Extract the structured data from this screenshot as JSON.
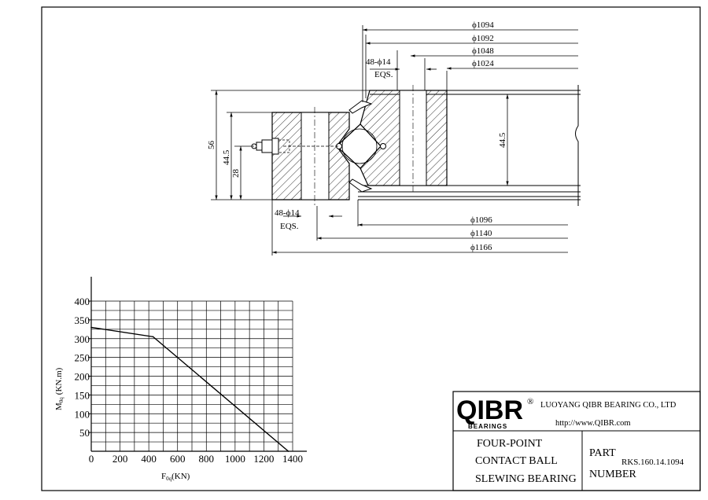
{
  "drawing": {
    "dims_top": [
      "ϕ1094",
      "ϕ1092",
      "ϕ1048",
      "ϕ1024"
    ],
    "dims_bottom": [
      "ϕ1096",
      "ϕ1140",
      "ϕ1166"
    ],
    "hole_top": {
      "spec": "48-ϕ14",
      "eqs": "EQS."
    },
    "hole_bottom": {
      "spec": "48-ϕ14",
      "eqs": "EQS."
    },
    "heights": {
      "total": "56",
      "outer": "44.5",
      "inner_right": "44.5",
      "low": "28"
    }
  },
  "chart_data": {
    "type": "line",
    "xlabel": "F",
    "xlabel_sub": "0q",
    "xlabel_unit": "(KN)",
    "ylabel": "M",
    "ylabel_sub": "0q",
    "ylabel_unit": "(KN.m)",
    "xlim": [
      0,
      1400
    ],
    "ylim": [
      0,
      400
    ],
    "grid": true,
    "x_ticks": [
      "0",
      "200",
      "400",
      "600",
      "800",
      "1000",
      "1200",
      "1400"
    ],
    "y_ticks": [
      "400",
      "350",
      "300",
      "250",
      "200",
      "150",
      "100",
      "50"
    ],
    "series": [
      {
        "x": [
          0,
          430,
          1370
        ],
        "y": [
          330,
          305,
          0
        ]
      }
    ]
  },
  "title_block": {
    "logo": "QIBR",
    "logo_sub": "BEARINGS",
    "registered": "®",
    "company": "LUOYANG QIBR BEARING CO., LTD",
    "website": "http://www.QIBR.com",
    "desc_lines": [
      "FOUR-POINT",
      "CONTACT BALL",
      "SLEWING BEARING"
    ],
    "part_label": "PART",
    "number_label": "NUMBER",
    "part_number": "RKS.160.14.1094"
  }
}
